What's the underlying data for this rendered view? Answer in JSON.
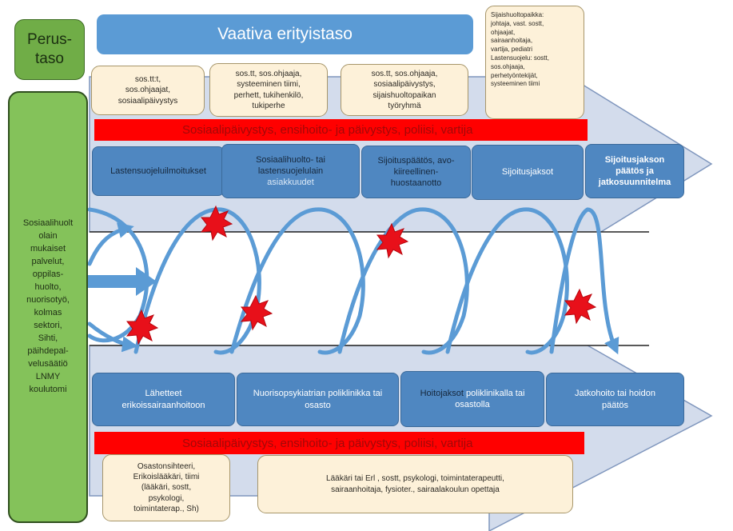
{
  "top_level": {
    "perustaso": "Perus-\ntaso",
    "vaativa": "Vaativa erityistaso"
  },
  "top_roles": [
    "sos.tt:t,\nsos.ohjaajat,\nsosiaalipäivystys",
    "sos.tt, sos.ohjaaja,\nsysteeminen tiimi,\nperhett, tukihenkilö,\ntukiperhe",
    "sos.tt, sos.ohjaaja,\nsosiaalipäivystys,\nsijaishuoltopaikan\ntyöryhmä"
  ],
  "sijaishuolto_box": "Sijaishuoltopaikka:\njohtaja, vast. sostt,\nohjaajat,\nsairaanhoitaja,\nvartija, pediatri\nLastensuojelu: sostt,\nsos.ohjaaja,\nperhetyöntekijät,\nsysteeminen tiimi",
  "red_bar_top": "Sosiaalipäivystys, ensihoito- ja päivystys, poliisi, vartija",
  "red_bar_bottom": "Sosiaalipäivystys, ensihoito- ja päivystys, poliisi, vartija",
  "left_sidebar": "Sosiaalihuolt\nolain\nmukaiset\npalvelut,\noppilas-\nhuolto,\nnuorisotyö,\nkolmas\nsektori,\nSihti,\npäihdepal-\nvelusäätiö\nLNMY\nkoulutomi",
  "upper_steps": {
    "s1": "Lastensuojeluilmoitukset",
    "s2a": "Sosiaalihuolto- tai\nlastensuojelulain",
    "s2b": "asiakkuudet",
    "s3": "Sijoituspäätös, avo-\nkiireellinen-\nhuostaanotto",
    "s4": "Sijoitusjaksot",
    "s5": "Sijoitusjakson\npäätös ja\njatkosuunnitelma"
  },
  "lower_steps": {
    "s1": "Lähetteet\nerikoissairaanhoitoon",
    "s2": "Nuorisopsykiatrian poliklinikka tai\nosasto",
    "s3a": "Hoitojaksot",
    "s3b": " poliklinikalla tai\nosastolla",
    "s4": "Jatkohoito tai hoidon\npäätös"
  },
  "bottom_roles": [
    "Osastonsihteeri,\nErikoislääkäri, tiimi\n(lääkäri, sostt,\npsykologi,\ntoimintaterap., Sh)",
    "Lääkäri tai Erl , sostt, psykologi, toimintaterapeutti,\nsairaanhoitaja, fysioter., sairaalakoulun opettaja"
  ],
  "colors": {
    "arrow_fill": "#d3dcec",
    "arrow_stroke": "#7f96bd",
    "step_blue": "#4f87c1",
    "header_blue": "#5b9bd5",
    "cream": "#fdf1d9",
    "red": "#ff0000",
    "green": "#84c25a",
    "loop_blue": "#5b9bd5",
    "crisis_star": "#e8101a"
  },
  "icons": [
    "crisis-star-icon",
    "arrow-icon",
    "loop-arrow-icon"
  ]
}
